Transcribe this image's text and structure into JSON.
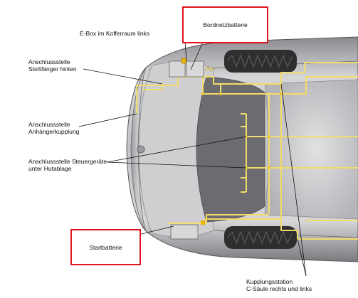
{
  "labels": {
    "ebox": "E-Box im Kofferraum links",
    "bumper_line1": "Anschlussstelle",
    "bumper_line2": "Stoßfänger hinten",
    "trailer_line1": "Anschlussstelle",
    "trailer_line2": "Anhängerkupplung",
    "ecu_line1": "Anschlussstelle Steuergeräte",
    "ecu_line2": "unter Hutablage",
    "coupling_line1": "Kupplungsstation",
    "coupling_line2": "C-Säule rechts und links"
  },
  "highlighted": {
    "onboard_battery": "Bordnetzbatterie",
    "starter_battery": "Startbatterie"
  },
  "colors": {
    "highlight_border": "#e0141e",
    "wiring": "#f2dc6a",
    "car_body": "#c9c9cc",
    "car_shadow": "#6e6e72"
  }
}
